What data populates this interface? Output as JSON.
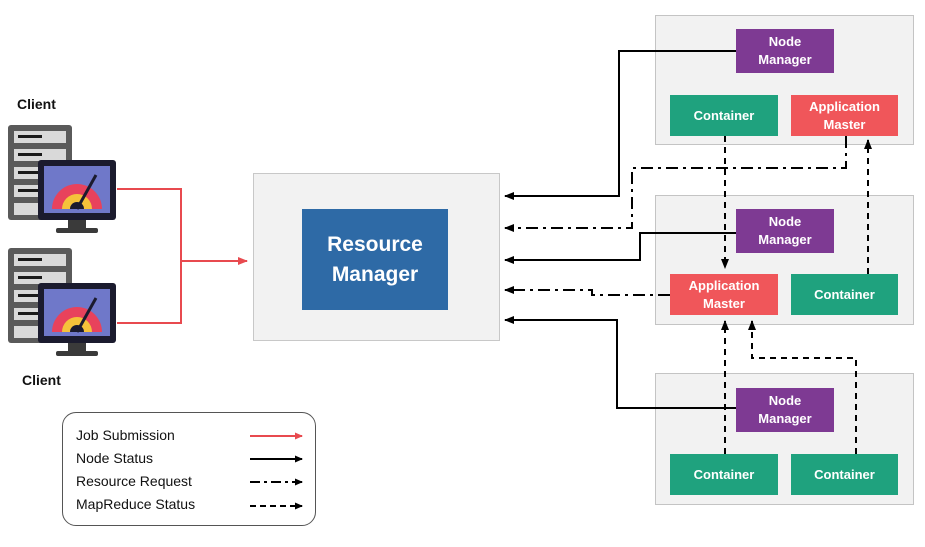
{
  "clients": [
    {
      "label": "Client"
    },
    {
      "label": "Client"
    }
  ],
  "resource_manager": {
    "line1": "Resource",
    "line2": "Manager"
  },
  "nodes": [
    {
      "node_manager": [
        "Node",
        "Manager"
      ],
      "left": {
        "type": "container",
        "label": [
          "Container"
        ]
      },
      "right": {
        "type": "application-master",
        "label": [
          "Application",
          "Master"
        ]
      }
    },
    {
      "node_manager": [
        "Node",
        "Manager"
      ],
      "left": {
        "type": "application-master",
        "label": [
          "Application",
          "Master"
        ]
      },
      "right": {
        "type": "container",
        "label": [
          "Container"
        ]
      }
    },
    {
      "node_manager": [
        "Node",
        "Manager"
      ],
      "left": {
        "type": "container",
        "label": [
          "Container"
        ]
      },
      "right": {
        "type": "container",
        "label": [
          "Container"
        ]
      }
    }
  ],
  "legend": [
    {
      "label": "Job Submission",
      "style": "solid-red"
    },
    {
      "label": "Node Status",
      "style": "solid-black"
    },
    {
      "label": "Resource Request",
      "style": "dash-dot"
    },
    {
      "label": "MapReduce Status",
      "style": "dashed"
    }
  ],
  "colors": {
    "node_manager": "#7e3a93",
    "container": "#1fa27e",
    "application_master": "#f0565a",
    "resource_manager": "#2e6aa6",
    "job_submission": "#e84a4f"
  },
  "icons": [
    "server-monitor-icon",
    "server-monitor-icon"
  ]
}
